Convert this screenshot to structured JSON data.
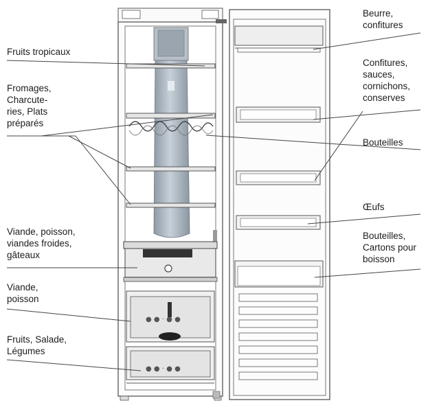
{
  "labels": {
    "fruits_tropicaux": "Fruits tropicaux",
    "fromages": "Fromages,\nCharcute-\nries, Plats\npréparés",
    "viande_poisson_froides": "Viande, poisson,\nviandes froides,\ngâteaux",
    "viande_poisson": "Viande,\npoisson",
    "fruits_salade": "Fruits, Salade,\nLégumes",
    "beurre": "Beurre,\nconfitures",
    "confitures_sauces": "Confitures,\nsauces,\ncornichons,\nconserves",
    "bouteilles": "Bouteilles",
    "oeufs": "Œufs",
    "bouteilles_cartons": "Bouteilles,\nCartons pour\nboisson"
  },
  "colors": {
    "line": "#444444",
    "frame": "#555555",
    "fan_tube": "#a9b4bf",
    "drawer": "#e8e8e8",
    "panel": "#f4f4f4"
  }
}
